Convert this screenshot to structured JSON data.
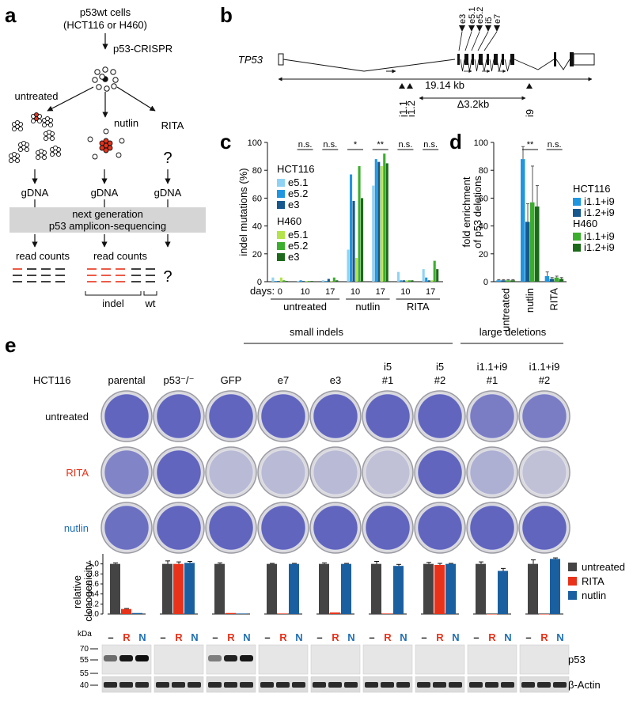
{
  "panels": {
    "a": "a",
    "b": "b",
    "c": "c",
    "d": "d",
    "e": "e"
  },
  "a": {
    "title_line1": "p53wt cells",
    "title_line2": "(HCT116 or H460)",
    "crispr": "p53-CRISPR",
    "untreated": "untreated",
    "nutlin": "nutlin",
    "rita": "RITA",
    "question": "?",
    "gdna": "gDNA",
    "box_line1": "next generation",
    "box_line2": "p53 amplicon-sequencing",
    "read_counts": "read counts",
    "indel": "indel",
    "wt": "wt"
  },
  "b": {
    "gene": "TP53",
    "exon_labels": [
      "e3",
      "e5.1",
      "e5.2",
      "i5",
      "e7"
    ],
    "length": "19.14 kb",
    "i11": "i1.1",
    "i12": "i1.2",
    "deletion": "Δ3.2kb",
    "i9": "i9"
  },
  "c": {
    "chart_data": {
      "type": "bar",
      "ylabel": "indel mutations (%)",
      "ylim": [
        0,
        100
      ],
      "yticks": [
        0,
        20,
        40,
        60,
        80,
        100
      ],
      "days_label": "days:",
      "days": [
        "0",
        "10",
        "17",
        "10",
        "17",
        "10",
        "17"
      ],
      "groups": [
        "untreated",
        "nutlin",
        "RITA"
      ],
      "legend_titles": [
        "HCT116",
        "H460"
      ],
      "series": [
        {
          "name": "e5.1",
          "cell": "HCT116",
          "color": "#8fd3f4",
          "values": [
            3,
            0.5,
            1,
            23,
            69,
            7,
            9
          ]
        },
        {
          "name": "e5.2",
          "cell": "HCT116",
          "color": "#2196e0",
          "values": [
            0.5,
            1,
            0.5,
            77,
            88,
            1,
            3
          ]
        },
        {
          "name": "e3",
          "cell": "HCT116",
          "color": "#17588f",
          "values": [
            0.5,
            0.5,
            2,
            58,
            86,
            1,
            1
          ]
        },
        {
          "name": "e5.1",
          "cell": "H460",
          "color": "#b5e34a",
          "values": [
            3,
            0.5,
            0.5,
            17,
            83,
            1,
            1
          ]
        },
        {
          "name": "e5.2",
          "cell": "H460",
          "color": "#3bae2e",
          "values": [
            1,
            0.5,
            3,
            83,
            92,
            1,
            15
          ]
        },
        {
          "name": "e3",
          "cell": "H460",
          "color": "#1e6a1c",
          "values": [
            0.5,
            0.5,
            1,
            60,
            85,
            1,
            9
          ]
        }
      ],
      "significance": [
        "n.s.",
        "n.s.",
        "*",
        "**",
        "n.s.",
        "n.s."
      ]
    }
  },
  "d": {
    "chart_data": {
      "type": "bar",
      "ylabel_line1": "fold enrichment",
      "ylabel_line2": "of p53 deletions",
      "ylim": [
        0,
        100
      ],
      "yticks": [
        0,
        20,
        40,
        60,
        80,
        100
      ],
      "categories": [
        "untreated",
        "nutlin",
        "RITA"
      ],
      "legend_titles": [
        "HCT116",
        "H460"
      ],
      "series": [
        {
          "name": "i1.1+i9",
          "cell": "HCT116",
          "color": "#2196e0",
          "values": [
            1,
            88,
            4
          ],
          "errors": [
            0.5,
            9,
            3
          ]
        },
        {
          "name": "i1.2+i9",
          "cell": "HCT116",
          "color": "#17588f",
          "values": [
            1,
            43,
            2
          ],
          "errors": [
            0.5,
            13,
            1
          ]
        },
        {
          "name": "i1.1+i9",
          "cell": "H460",
          "color": "#3bae2e",
          "values": [
            1,
            57,
            3
          ],
          "errors": [
            0.5,
            26,
            1
          ]
        },
        {
          "name": "i1.2+i9",
          "cell": "H460",
          "color": "#1e6a1c",
          "values": [
            1,
            54,
            2
          ],
          "errors": [
            0.5,
            15,
            1
          ]
        }
      ],
      "significance": [
        "**",
        "n.s."
      ]
    }
  },
  "e": {
    "cell_line": "HCT116",
    "group_small": "small indels",
    "group_large": "large deletions",
    "columns": [
      {
        "l1": "",
        "l2": "parental"
      },
      {
        "l1": "",
        "l2": "p53⁻/⁻"
      },
      {
        "l1": "",
        "l2": "GFP"
      },
      {
        "l1": "",
        "l2": "e7"
      },
      {
        "l1": "",
        "l2": "e3"
      },
      {
        "l1": "i5",
        "l2": "#1"
      },
      {
        "l1": "i5",
        "l2": "#2"
      },
      {
        "l1": "i1.1+i9",
        "l2": "#1"
      },
      {
        "l1": "i1.1+i9",
        "l2": "#2"
      }
    ],
    "rows": [
      {
        "label": "untreated",
        "color": "#111111"
      },
      {
        "label": "RITA",
        "color": "#e8321a"
      },
      {
        "label": "nutlin",
        "color": "#1f6fb5"
      }
    ],
    "stain": [
      [
        0.85,
        0.85,
        0.85,
        0.85,
        0.85,
        0.85,
        0.85,
        0.65,
        0.65
      ],
      [
        0.6,
        0.85,
        0.15,
        0.15,
        0.15,
        0.1,
        0.85,
        0.25,
        0.1
      ],
      [
        0.75,
        0.85,
        0.85,
        0.85,
        0.85,
        0.85,
        0.85,
        0.85,
        0.85
      ]
    ],
    "chart_data": {
      "type": "bar",
      "ylabel_line1": "relative",
      "ylabel_line2": "clonogenicity",
      "ylim": [
        0,
        1.2
      ],
      "yticks": [
        "0.0",
        "0.2",
        "0.4",
        "0.6",
        "0.8",
        "1.0"
      ],
      "categories": [
        "parental",
        "p53⁻/⁻",
        "GFP",
        "e7",
        "e3",
        "i5 #1",
        "i5 #2",
        "i1.1+i9 #1",
        "i1.1+i9 #2"
      ],
      "series": [
        {
          "name": "untreated",
          "color": "#444444",
          "values": [
            1.0,
            1.0,
            1.0,
            1.0,
            1.0,
            1.0,
            1.0,
            1.0,
            1.0
          ],
          "errors": [
            0.02,
            0.06,
            0.02,
            0.01,
            0.02,
            0.05,
            0.03,
            0.04,
            0.08
          ]
        },
        {
          "name": "RITA",
          "color": "#e8321a",
          "values": [
            0.1,
            1.0,
            0.02,
            0.01,
            0.03,
            0.01,
            0.98,
            0.0,
            0.0
          ],
          "errors": [
            0.01,
            0.04,
            0.0,
            0.0,
            0.0,
            0.0,
            0.03,
            0.0,
            0.0
          ]
        },
        {
          "name": "nutlin",
          "color": "#1a5fa0",
          "values": [
            0.02,
            1.02,
            0.01,
            1.0,
            1.0,
            0.96,
            1.0,
            0.86,
            1.1
          ],
          "errors": [
            0.0,
            0.03,
            0.0,
            0.01,
            0.01,
            0.03,
            0.01,
            0.05,
            0.02
          ]
        }
      ]
    },
    "western": {
      "kda_label": "kDa",
      "lane_labels": [
        "–",
        "R",
        "N"
      ],
      "lane_colors": [
        "#111111",
        "#e8321a",
        "#1f6fb5"
      ],
      "p53_markers": [
        "70",
        "55"
      ],
      "actin_markers": [
        "55",
        "40"
      ],
      "p53_label": "p53",
      "actin_label": "β-Actin",
      "p53_bands": [
        [
          0.5,
          0.95,
          1.0
        ],
        [
          0,
          0,
          0
        ],
        [
          0.4,
          0.9,
          0.95
        ],
        [
          0,
          0,
          0
        ],
        [
          0,
          0,
          0
        ],
        [
          0,
          0,
          0
        ],
        [
          0,
          0,
          0
        ],
        [
          0,
          0,
          0
        ],
        [
          0,
          0,
          0
        ]
      ]
    }
  }
}
